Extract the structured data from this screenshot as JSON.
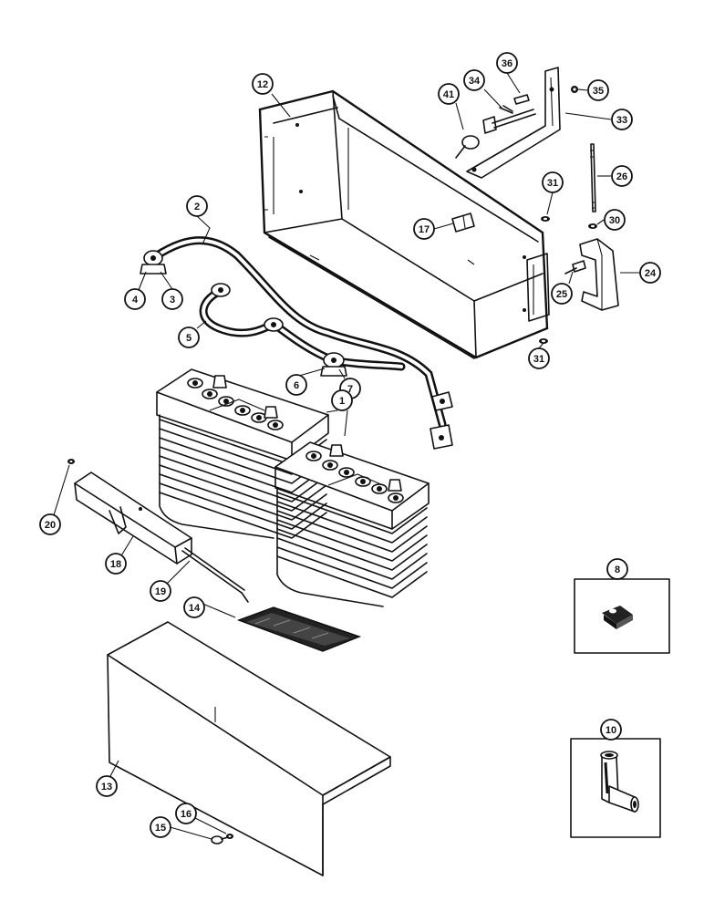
{
  "callouts": [
    {
      "id": "c12",
      "label": "12"
    },
    {
      "id": "c36",
      "label": "36"
    },
    {
      "id": "c34",
      "label": "34"
    },
    {
      "id": "c41",
      "label": "41"
    },
    {
      "id": "c35",
      "label": "35"
    },
    {
      "id": "c33",
      "label": "33"
    },
    {
      "id": "c26",
      "label": "26"
    },
    {
      "id": "c31a",
      "label": "31"
    },
    {
      "id": "c30",
      "label": "30"
    },
    {
      "id": "c17",
      "label": "17"
    },
    {
      "id": "c2",
      "label": "2"
    },
    {
      "id": "c24",
      "label": "24"
    },
    {
      "id": "c25",
      "label": "25"
    },
    {
      "id": "c4",
      "label": "4"
    },
    {
      "id": "c3",
      "label": "3"
    },
    {
      "id": "c5",
      "label": "5"
    },
    {
      "id": "c31b",
      "label": "31"
    },
    {
      "id": "c6",
      "label": "6"
    },
    {
      "id": "c7",
      "label": "7"
    },
    {
      "id": "c1",
      "label": "1"
    },
    {
      "id": "c20",
      "label": "20"
    },
    {
      "id": "c18",
      "label": "18"
    },
    {
      "id": "c19",
      "label": "19"
    },
    {
      "id": "c14",
      "label": "14"
    },
    {
      "id": "c8",
      "label": "8"
    },
    {
      "id": "c10",
      "label": "10"
    },
    {
      "id": "c13",
      "label": "13"
    },
    {
      "id": "c16",
      "label": "16"
    },
    {
      "id": "c15",
      "label": "15"
    }
  ]
}
